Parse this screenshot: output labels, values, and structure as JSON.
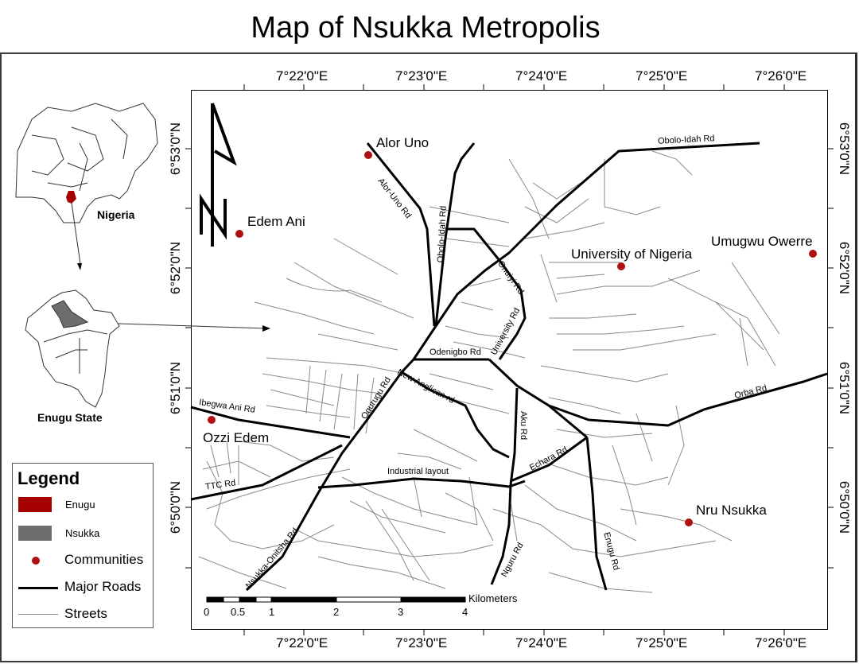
{
  "title": "Map of Nsukka Metropolis",
  "colors": {
    "enugu_red": "#a50000",
    "nsukka_gray": "#6e6e6e",
    "community_dot": "#b01010",
    "major_road": "#000000",
    "street": "#8a8a8a"
  },
  "axes": {
    "top_longitudes": [
      "7°22'0\"E",
      "7°23'0\"E",
      "7°24'0\"E",
      "7°25'0\"E",
      "7°26'0\"E"
    ],
    "bottom_longitudes": [
      "7°22'0\"E",
      "7°23'0\"E",
      "7°24'0\"E",
      "7°25'0\"E",
      "7°26'0\"E"
    ],
    "left_latitudes": [
      "6°53'0\"N",
      "6°52'0\"N",
      "6°51'0\"N",
      "6°50'0\"N"
    ],
    "right_latitudes": [
      "6°53'0\"N",
      "6°52'0\"N",
      "6°51'0\"N",
      "6°50'0\"N"
    ]
  },
  "inset": {
    "nigeria_label": "Nigeria",
    "enugu_label": "Enugu State"
  },
  "legend": {
    "title": "Legend",
    "items": [
      {
        "label": "Enugu",
        "symbol": "red-fill"
      },
      {
        "label": "Nsukka",
        "symbol": "gray-fill"
      },
      {
        "label": "Communities",
        "symbol": "red-dot"
      },
      {
        "label": "Major Roads",
        "symbol": "thick-line"
      },
      {
        "label": "Streets",
        "symbol": "thin-line"
      }
    ]
  },
  "communities": [
    {
      "name": "Alor Uno"
    },
    {
      "name": "Edem Ani"
    },
    {
      "name": "University of Nigeria"
    },
    {
      "name": "Umugwu Owerre"
    },
    {
      "name": "Ozzi Edem"
    },
    {
      "name": "Nru Nsukka"
    }
  ],
  "roads": [
    "Alor-Uno Rd",
    "Obolo-Idah Rd",
    "Obolo-Idah Rd",
    "Onuiyi Rd",
    "University Rd",
    "Odenigbo Rd",
    "New Anglican rd",
    "Ogurugu Rd",
    "Ibegwa Ani Rd",
    "TTC Rd",
    "Industrial layout",
    "Aku Rd",
    "Echara Rd",
    "Orba Rd",
    "Nsukka-Onitsha Rd",
    "Nguru Rd",
    "Enugu Rd"
  ],
  "scalebar": {
    "unit": "Kilometers",
    "ticks": [
      "0",
      "0.5",
      "1",
      "2",
      "3",
      "4"
    ]
  },
  "north_arrow": {
    "label": "N"
  }
}
